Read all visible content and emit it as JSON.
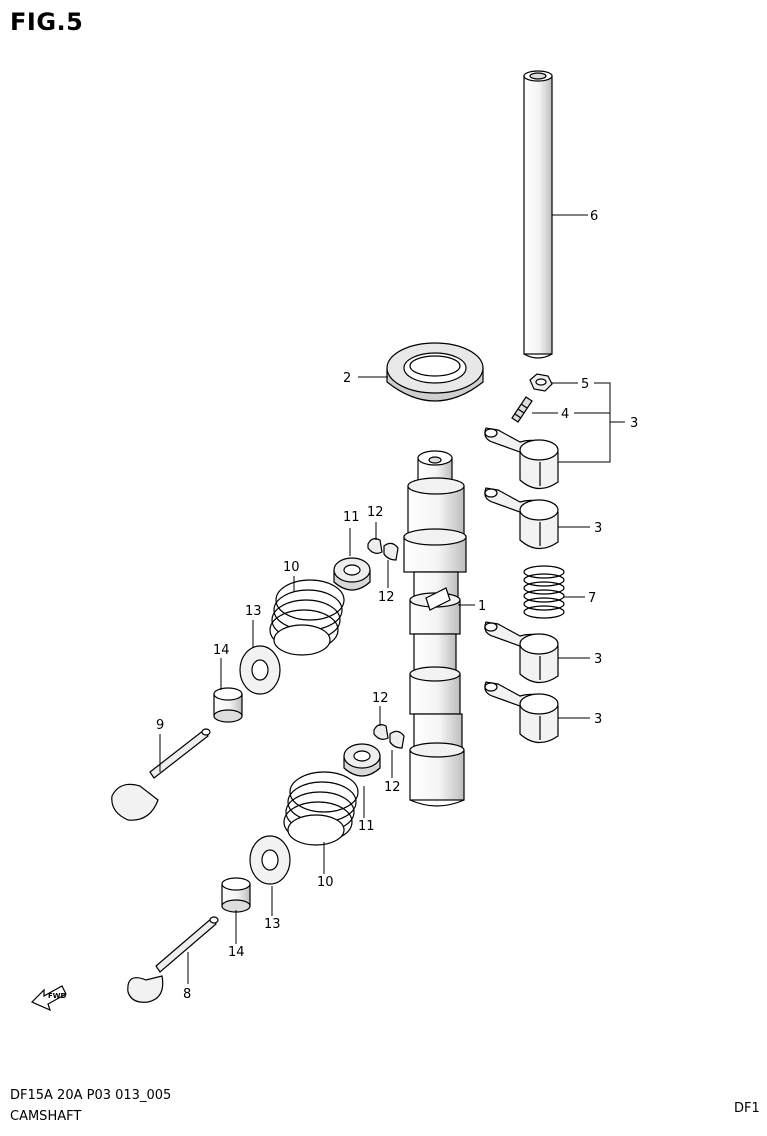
{
  "figure": {
    "title": "FIG.5",
    "code": "DF15A 20A P03 013_005",
    "name": "CAMSHAFT",
    "corner": "DF1",
    "fwd_label": "FWD"
  },
  "callouts": [
    {
      "id": "c1",
      "label": "1"
    },
    {
      "id": "c2",
      "label": "2"
    },
    {
      "id": "c3a",
      "label": "3"
    },
    {
      "id": "c3b",
      "label": "3"
    },
    {
      "id": "c3c",
      "label": "3"
    },
    {
      "id": "c3d",
      "label": "3"
    },
    {
      "id": "c4",
      "label": "4"
    },
    {
      "id": "c5",
      "label": "5"
    },
    {
      "id": "c6",
      "label": "6"
    },
    {
      "id": "c7",
      "label": "7"
    },
    {
      "id": "c8",
      "label": "8"
    },
    {
      "id": "c9",
      "label": "9"
    },
    {
      "id": "c10a",
      "label": "10"
    },
    {
      "id": "c10b",
      "label": "10"
    },
    {
      "id": "c11a",
      "label": "11"
    },
    {
      "id": "c11b",
      "label": "11"
    },
    {
      "id": "c12a",
      "label": "12"
    },
    {
      "id": "c12b",
      "label": "12"
    },
    {
      "id": "c12c",
      "label": "12"
    },
    {
      "id": "c12d",
      "label": "12"
    },
    {
      "id": "c13a",
      "label": "13"
    },
    {
      "id": "c13b",
      "label": "13"
    },
    {
      "id": "c14a",
      "label": "14"
    },
    {
      "id": "c14b",
      "label": "14"
    }
  ]
}
